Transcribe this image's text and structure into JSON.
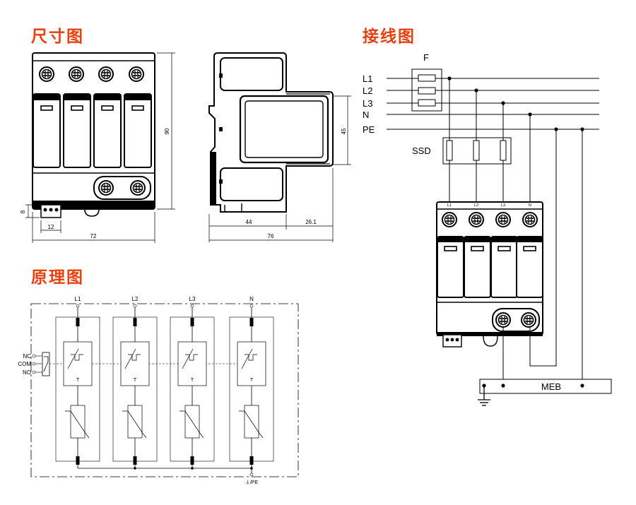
{
  "headings": {
    "dimensions": "尺寸图",
    "wiring": "接线图",
    "principle": "原理图"
  },
  "dimensions": {
    "front_height": "90",
    "front_width": "72",
    "terminal_width": "12",
    "terminal_height": "8",
    "side_inner_height": "45",
    "side_depth_a": "44",
    "side_depth_b": "26.1",
    "side_total": "76"
  },
  "wiring": {
    "fuse_label": "F",
    "lines": [
      "L1",
      "L2",
      "L3",
      "N",
      "PE"
    ],
    "ssd_label": "SSD",
    "terminal_labels": [
      "L1",
      "L2",
      "L3",
      "N"
    ],
    "pe_label": "PE",
    "meb_label": "MEB"
  },
  "principle": {
    "phases": [
      "L1",
      "L2",
      "L3",
      "N"
    ],
    "contacts": [
      "NC",
      "COM",
      "NO"
    ],
    "thermal_label": "T",
    "ground_label": "⏚/PE"
  },
  "colors": {
    "heading": "#e8410f",
    "line": "#000000"
  }
}
